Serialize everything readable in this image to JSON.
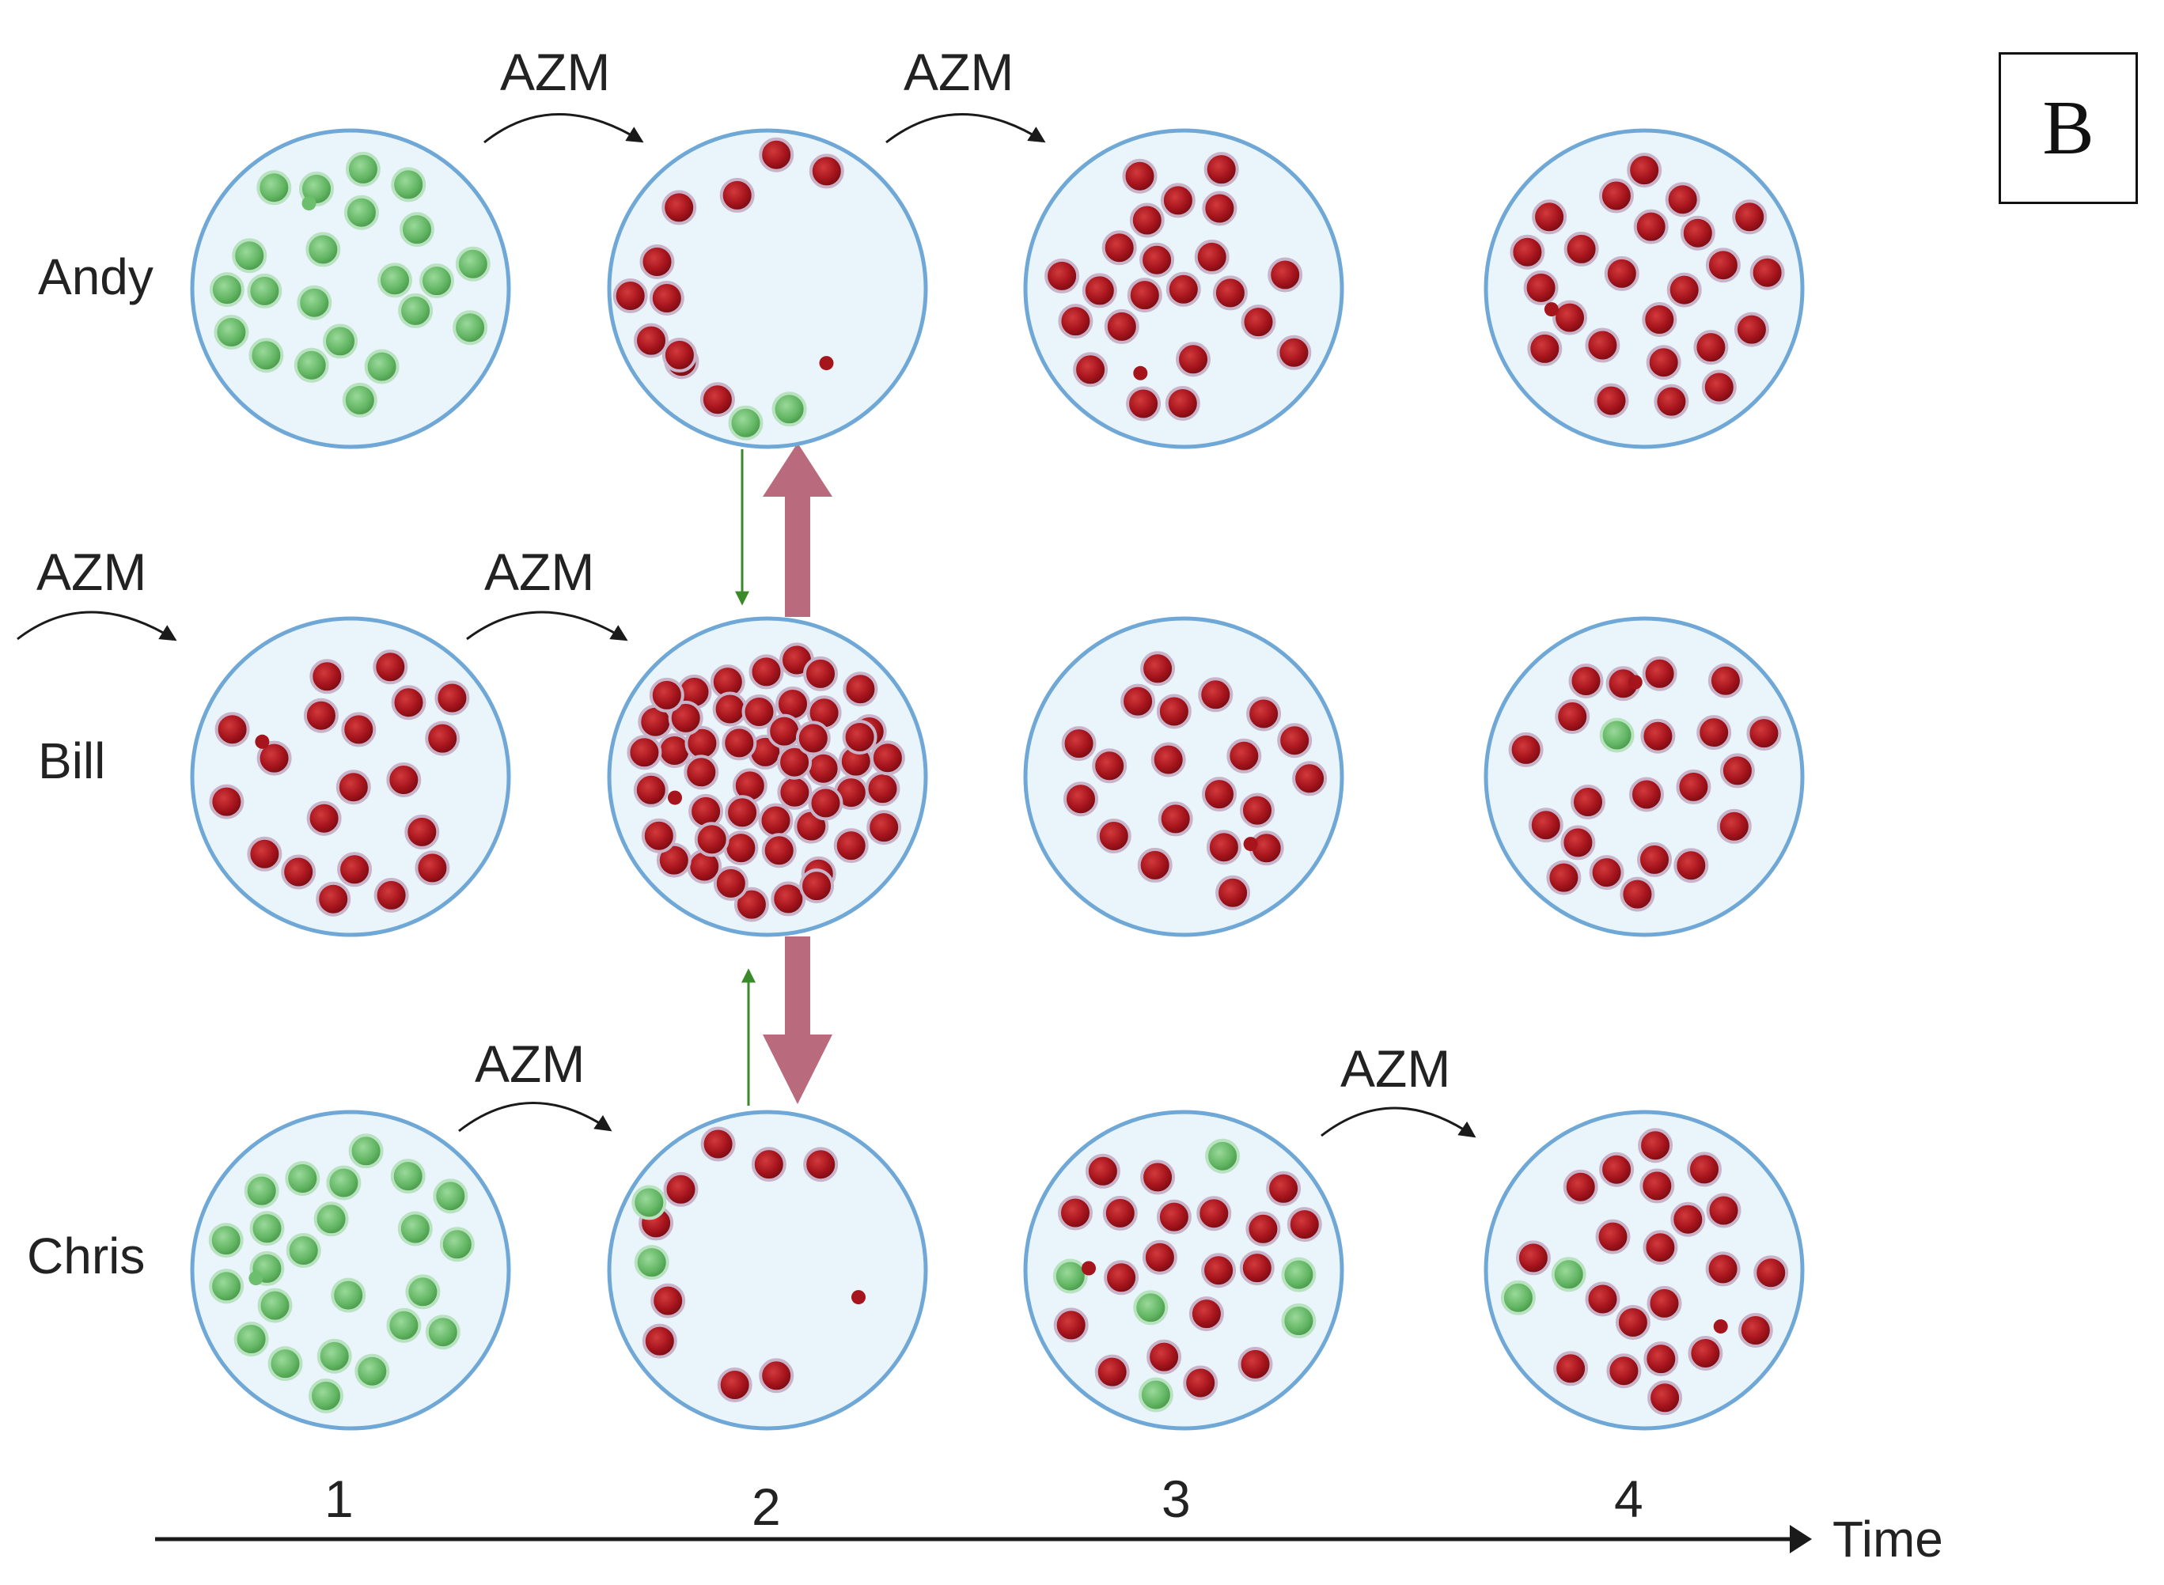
{
  "panel_label": "B",
  "people": [
    "Andy",
    "Bill",
    "Chris"
  ],
  "treatment_label": "AZM",
  "time_points": [
    "1",
    "2",
    "3",
    "4"
  ],
  "time_axis_label": "Time",
  "colors": {
    "susceptible": "#6cbf6c",
    "resistant": "#a6141c",
    "culture_fill": "#e9f5fb",
    "culture_border": "#6fa8d6",
    "transmission_thick": "#b96a7d",
    "transmission_thin": "#3a8a2a",
    "arrow": "#1a1a1a"
  },
  "cultures": [
    {
      "person": "Andy",
      "time": "1",
      "resistant": 0,
      "susceptible": 22,
      "note": "all susceptible"
    },
    {
      "person": "Andy",
      "time": "2",
      "resistant": 11,
      "susceptible": 2,
      "note": "mostly resistant"
    },
    {
      "person": "Andy",
      "time": "3",
      "resistant": 22,
      "susceptible": 0,
      "note": "all resistant"
    },
    {
      "person": "Andy",
      "time": "4",
      "resistant": 24,
      "susceptible": 0,
      "note": "all resistant"
    },
    {
      "person": "Bill",
      "time": "1",
      "resistant": 20,
      "susceptible": 0,
      "note": "all resistant"
    },
    {
      "person": "Bill",
      "time": "2",
      "resistant": 50,
      "susceptible": 0,
      "note": "dense resistant"
    },
    {
      "person": "Bill",
      "time": "3",
      "resistant": 20,
      "susceptible": 0,
      "note": "all resistant"
    },
    {
      "person": "Bill",
      "time": "4",
      "resistant": 21,
      "susceptible": 1,
      "note": "mostly resistant"
    },
    {
      "person": "Chris",
      "time": "1",
      "resistant": 0,
      "susceptible": 24,
      "note": "all susceptible"
    },
    {
      "person": "Chris",
      "time": "2",
      "resistant": 9,
      "susceptible": 2,
      "note": "mostly resistant"
    },
    {
      "person": "Chris",
      "time": "3",
      "resistant": 19,
      "susceptible": 6,
      "note": "mixed"
    },
    {
      "person": "Chris",
      "time": "4",
      "resistant": 21,
      "susceptible": 2,
      "note": "mostly resistant"
    }
  ]
}
